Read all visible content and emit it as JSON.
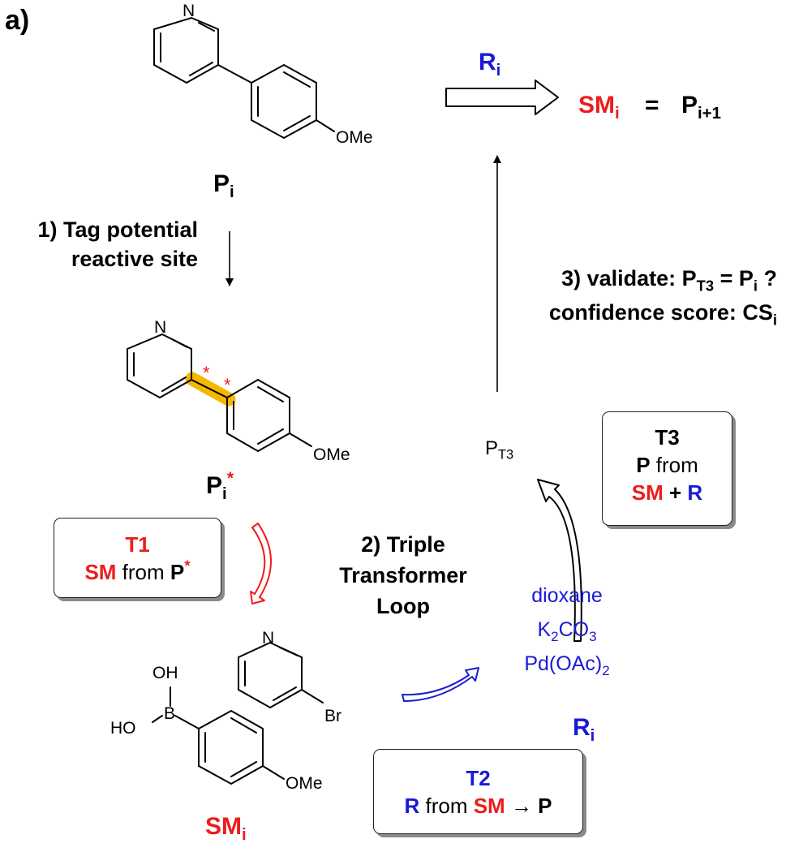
{
  "panel_label": "a)",
  "top": {
    "reagent_label": "R",
    "reagent_sub": "i",
    "sm_label": "SM",
    "sm_sub": "i",
    "equals": "=",
    "p_label": "P",
    "p_sub": "i+1"
  },
  "molecule_pi": {
    "label": "P",
    "sub": "i",
    "atom_n": "N",
    "atom_ome": "OMe"
  },
  "step1": {
    "line1": "1) Tag potential",
    "line2": "reactive site"
  },
  "molecule_pstar": {
    "label": "P",
    "sub": "i",
    "star": "*",
    "atom_n": "N",
    "atom_ome": "OMe",
    "tag_star": "*"
  },
  "step3": {
    "line1_prefix": "3) validate: P",
    "line1_sub1": "T3",
    "line1_mid": " = P",
    "line1_sub2": "i",
    "line1_suffix": " ?",
    "line2_prefix": "confidence score: CS",
    "line2_sub": "i"
  },
  "pt3": {
    "label": "P",
    "sub": "T3"
  },
  "box_t3": {
    "title": "T3",
    "line2_p": "P",
    "line2_rest": " from",
    "line3_sm": "SM",
    "line3_plus": " + ",
    "line3_r": "R"
  },
  "box_t1": {
    "title": "T1",
    "sm": "SM",
    "from": " from ",
    "p": "P",
    "star": "*"
  },
  "step2": {
    "line1": "2) Triple",
    "line2": "Transformer",
    "line3": "Loop"
  },
  "conditions": {
    "solvent": "dioxane",
    "base_a": "K",
    "base_sub1": "2",
    "base_b": "CO",
    "base_sub2": "3",
    "cat_a": "Pd(OAc)",
    "cat_sub": "2"
  },
  "starting_materials": {
    "oh_top": "OH",
    "boron": "B",
    "ho_left": "HO",
    "ome": "OMe",
    "n": "N",
    "br": "Br",
    "label": "SM",
    "sub": "i"
  },
  "reagent_bottom": {
    "label": "R",
    "sub": "i"
  },
  "box_t2": {
    "title": "T2",
    "r": "R",
    "from": " from ",
    "sm": "SM",
    "arrow": " → ",
    "p": "P"
  },
  "colors": {
    "red": "#ee1c1c",
    "blue": "#1a1ad6",
    "highlight": "#f5b800"
  }
}
